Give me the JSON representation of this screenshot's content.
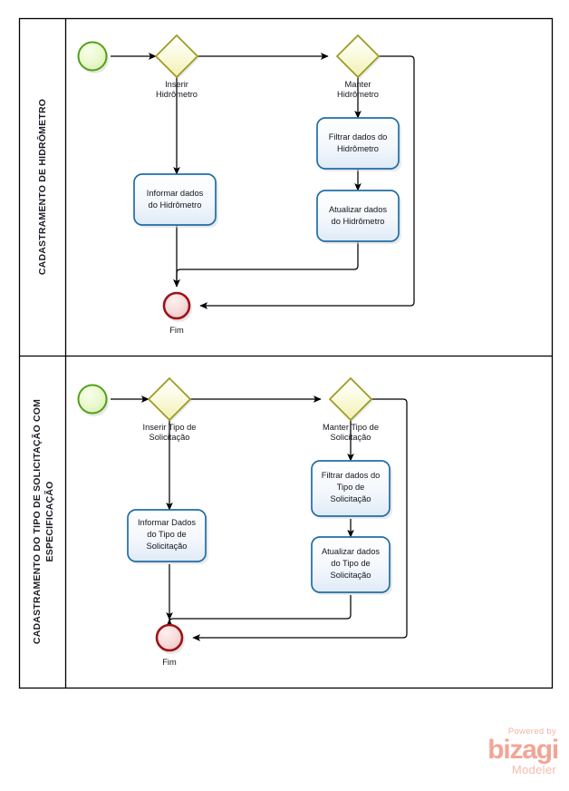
{
  "diagram": {
    "type": "bpmn-process",
    "pool": {
      "lanes": [
        {
          "id": "lane-hidrometro",
          "title": "CADASTRAMENTO DE HIDRÔMETRO",
          "title_lines": [
            "CADASTRAMENTO DE HIDRÔMETRO"
          ],
          "nodes": [
            {
              "id": "start-1",
              "kind": "start-event",
              "label": ""
            },
            {
              "id": "gw-inserir-hidrometro",
              "kind": "gateway",
              "label": "Inserir\nHidrômetro",
              "label_lines": [
                "Inserir",
                "Hidrômetro"
              ]
            },
            {
              "id": "gw-manter-hidrometro",
              "kind": "gateway",
              "label": "Manter\nHidrômetro",
              "label_lines": [
                "Manter",
                "Hidrômetro"
              ]
            },
            {
              "id": "task-informar-dados-hidrometro",
              "kind": "task",
              "label": "Informar dados do Hidrômetro",
              "label_lines": [
                "Informar dados",
                "do Hidrômetro"
              ]
            },
            {
              "id": "task-filtrar-dados-hidrometro",
              "kind": "task",
              "label": "Filtrar dados do Hidrômetro",
              "label_lines": [
                "Filtrar dados do",
                "Hidrômetro"
              ]
            },
            {
              "id": "task-atualizar-dados-hidrometro",
              "kind": "task",
              "label": "Atualizar dados do Hidrômetro",
              "label_lines": [
                "Atualizar dados",
                "do Hidrômetro"
              ]
            },
            {
              "id": "end-1",
              "kind": "end-event",
              "label": "Fim"
            }
          ]
        },
        {
          "id": "lane-tipo-solicitacao",
          "title": "CADASTRAMENTO DO TIPO DE SOLICITAÇÃO COM ESPECIFICAÇÃO",
          "title_lines": [
            "CADASTRAMENTO DO TIPO DE SOLICITAÇÃO COM",
            "ESPECIFICAÇÃO"
          ],
          "nodes": [
            {
              "id": "start-2",
              "kind": "start-event",
              "label": ""
            },
            {
              "id": "gw-inserir-tipo",
              "kind": "gateway",
              "label": "Inserir Tipo de Solicitação",
              "label_lines": [
                "Inserir Tipo de",
                "Solicitação"
              ]
            },
            {
              "id": "gw-manter-tipo",
              "kind": "gateway",
              "label": "Manter Tipo de Solicitação",
              "label_lines": [
                "Manter Tipo de",
                "Solicitação"
              ]
            },
            {
              "id": "task-informar-dados-tipo",
              "kind": "task",
              "label": "Informar Dados do Tipo de Solicitação",
              "label_lines": [
                "Informar Dados",
                "do Tipo de",
                "Solicitação"
              ]
            },
            {
              "id": "task-filtrar-dados-tipo",
              "kind": "task",
              "label": "Filtrar dados do Tipo de Solicitação",
              "label_lines": [
                "Filtrar dados do",
                "Tipo de",
                "Solicitação"
              ]
            },
            {
              "id": "task-atualizar-dados-tipo",
              "kind": "task",
              "label": "Atualizar dados do Tipo de Solicitação",
              "label_lines": [
                "Atualizar dados",
                "do Tipo de",
                "Solicitação"
              ]
            },
            {
              "id": "end-2",
              "kind": "end-event",
              "label": "Fim"
            }
          ]
        }
      ]
    },
    "colors": {
      "pool_border": "#000000",
      "flow_line": "#000000",
      "task_border": "#1f6ea5",
      "task_fill_top": "#ffffff",
      "task_fill_bottom": "#dce9f5",
      "gateway_border": "#9a9a22",
      "gateway_fill_top": "#ffffff",
      "gateway_fill_bottom": "#f4f2b8",
      "start_border": "#53a019",
      "start_fill": "#e4f5c4",
      "end_border": "#9e1318",
      "end_fill": "#f7dada",
      "label_text": "#15151f"
    }
  },
  "labels": {
    "lane1_title": "CADASTRAMENTO DE HIDRÔMETRO",
    "lane2_title_line1": "CADASTRAMENTO DO TIPO DE SOLICITAÇÃO COM",
    "lane2_title_line2": "ESPECIFICAÇÃO",
    "gw1_l1": "Inserir",
    "gw1_l2": "Hidrômetro",
    "gw2_l1": "Manter",
    "gw2_l2": "Hidrômetro",
    "t1_l1": "Informar dados",
    "t1_l2": "do Hidrômetro",
    "t2_l1": "Filtrar dados do",
    "t2_l2": "Hidrômetro",
    "t3_l1": "Atualizar dados",
    "t3_l2": "do Hidrômetro",
    "end1": "Fim",
    "gw3_l1": "Inserir Tipo de",
    "gw3_l2": "Solicitação",
    "gw4_l1": "Manter Tipo de",
    "gw4_l2": "Solicitação",
    "t4_l1": "Informar Dados",
    "t4_l2": "do Tipo de",
    "t4_l3": "Solicitação",
    "t5_l1": "Filtrar dados do",
    "t5_l2": "Tipo de",
    "t5_l3": "Solicitação",
    "t6_l1": "Atualizar dados",
    "t6_l2": "do Tipo de",
    "t6_l3": "Solicitação",
    "end2": "Fim"
  },
  "branding": {
    "powered_by": "Powered by",
    "product": "bizagi",
    "edition": "Modeler"
  }
}
